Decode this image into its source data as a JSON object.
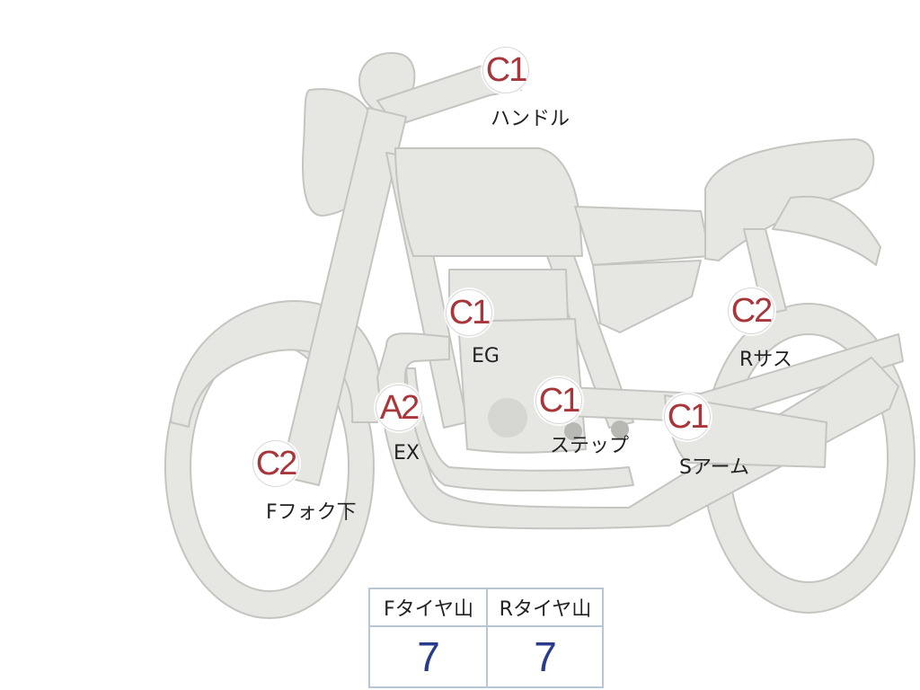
{
  "points": {
    "handle": {
      "grade": "C1",
      "label": "ハンドル"
    },
    "engine": {
      "grade": "C1",
      "label": "EG"
    },
    "rear_suspension": {
      "grade": "C2",
      "label": "Rサス"
    },
    "exhaust": {
      "grade": "A2",
      "label": "EX"
    },
    "step": {
      "grade": "C1",
      "label": "ステップ"
    },
    "swing_arm": {
      "grade": "C1",
      "label": "Sアーム"
    },
    "front_fork": {
      "grade": "C2",
      "label": "Fフォク下"
    }
  },
  "tire_table": {
    "front_header": "Fタイヤ山",
    "rear_header": "Rタイヤ山",
    "front_value": "7",
    "rear_value": "7"
  },
  "colors": {
    "bike_fill": "#e6e6e3",
    "bike_stroke": "#c4c4c0",
    "grade_text": "#a8373b",
    "value_text": "#2a3a8c"
  }
}
